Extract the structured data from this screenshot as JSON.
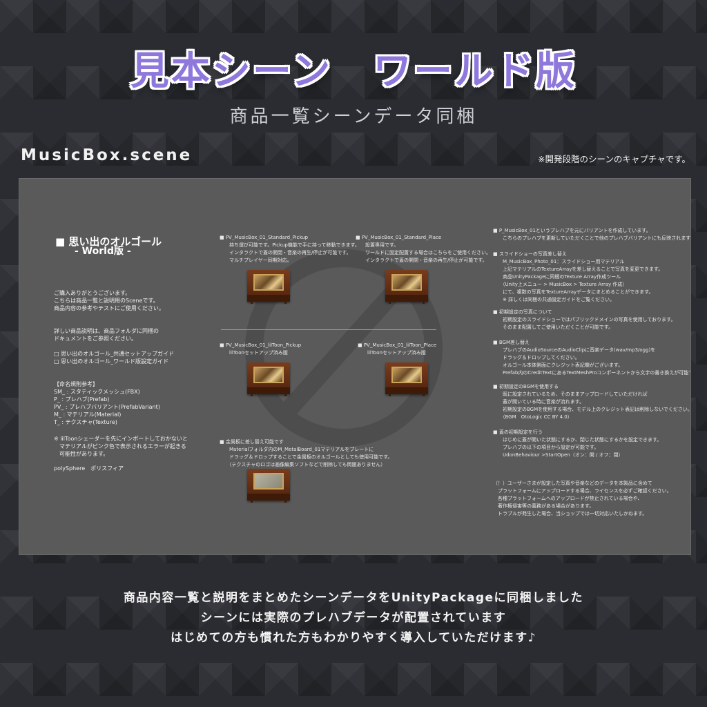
{
  "header": {
    "title": "見本シーン　ワールド版",
    "subtitle": "商品一覧シーンデータ同梱",
    "scene_name": "MusicBox.scene",
    "capture_note": "※開発段階のシーンのキャプチャです。"
  },
  "panel": {
    "left_col": {
      "product_title": "■ 思い出のオルゴール",
      "product_subtitle": "- World版 -",
      "thanks": "ご購入ありがとうございます。\nこちらは商品一覧と説明用のSceneです。\n商品内容の参考やテストにご使用ください。",
      "docs": "詳しい商品説明は、商品フォルダに同梱の\nドキュメントをご参照ください。",
      "guides": "□ 思い出のオルゴール_共通セットアップガイド\n□ 思い出のオルゴール_ワールド版設定ガイド",
      "naming": "【命名規則参考】\nSM_ : スタティックメッシュ(FBX)\nP_ : プレハブ(Prefab)\nPV_ : プレハブバリアント(PrefabVariant)\nM_ : マテリアル(Material)\nT_ : テクスチャ(Texture)",
      "liltoon_note": "※ lilToonシェーダーを先にインポートしておかないと\n　マテリアルがピンク色で表示されるエラーが起きる\n　可能性があります。",
      "credit": "polySphere　ポリスフィア"
    },
    "center": {
      "pickup": "■ PV_MusicBox_01_Standard_Pickup\n　　持ち運び可能です。Pickup機能で手に持って移動できます。\n　　インタラクトで蓋の開閉・音楽の再生/停止が可能です。\n　　マルチプレイヤー同期対応。",
      "place": "■ PV_MusicBox_01_Standard_Place\n　　設置専用です。\n　　ワールドに固定配置する場合はこちらをご使用ください。\n　　インタラクトで蓋の開閉・音楽の再生/停止が可能です。",
      "liltoon_pickup": "■ PV_MusicBox_01_lilToon_Pickup\n　　lilToonセットアップ済み版",
      "liltoon_place": "■ PV_MusicBox_01_lilToon_Place\n　　lilToonセットアップ済み版",
      "metal": "■ 金属板に差し替え可能です\n　　Materialフォルダ内のM_MetalBoard_01マテリアルをプレートに\n　　ドラッグ＆ドロップすることで金属板のオルゴールとしても使用可能です。\n　　（テクスチャのロゴは画像編集ソフトなどで削除しても問題ありません）"
    },
    "right_col": {
      "variant": "■ P_MusicBox_01というプレハブを元にバリアントを作成しています。\n　　こちらのプレハブを更新していただくことで他のプレハブバリアントにも反映されます。",
      "slideshow": "■ スライドショーの写真差し替え\n　　M_MusicBox_Photo_01：スライドショー用マテリアル\n　　上記マテリアルのTextureArrayを差し替えることで写真を変更できます。\n　　商品UnityPackageに同梱のTexture Array作成ツール\n　　（Unity上メニュー > MusicBox > Texture Array 作成）\n　　にて、複数の写真をTextureArrayデータにまとめることができます。\n　　※ 詳しくは同梱の共通設定ガイドをご覧ください。",
      "photos": "■ 初期設定の写真について\n　　初期設定のスライドショーではパブリックドメインの写真を使用しております。\n　　そのまま配置してご使用いただくことが可能です。",
      "bgm": "■ BGM差し替え\n　　プレハブのAudioSourceのAudioClipに音楽データ(wav/mp3/ogg)を\n　　ドラッグ＆ドロップしてください。\n　　オルゴール本体側面にクレジット表記欄がございます。\n　　Prefab内のCreditTextにあるTextMeshProコンポーネントから文字の書き換えが可能です。",
      "initial_bgm": "■ 初期設定のBGMを使用する\n　　既に設定されているため、そのままアップロードしていただければ\n　　蓋が開いている時に音楽が流れます。\n　　初期設定のBGMを使用する場合、モデル上のクレジット表記は削除しないでください。\n　　（BGM　OtoLogic CC BY 4.0）",
      "lid": "■ 蓋の初期設定を行う\n　　はじめに蓋が開いた状態にするか、閉じた状態にするかを設定できます。\n　　プレハブの以下の項目から設定が可能です。\n　　UdonBehaviour >StartOpen（オン：開 / オフ：閉）",
      "disclaimer": "（！）ユーザーさまが設定した写真や音楽などのデータを本製品に含めて\n　プラットフォームにアップロードする場合、ライセンスを必ずご確認ください。\n　各種プラットフォームへのアップロードが禁止されている場合や、\n　著作権侵害等の義務がある場合があります。\n　トラブルが発生した場合、当ショップでは一切対応いたしかねます。"
    }
  },
  "caption": {
    "line1": "商品内容一覧と説明をまとめたシーンデータをUnityPackageに同梱しました",
    "line2": "シーンには実際のプレハブデータが配置されています",
    "line3": "はじめての方も慣れた方もわかりやすく導入していただけます♪"
  },
  "colors": {
    "title": "#8e78dc",
    "panel": "#5a5a5a",
    "background": "#2a2c31",
    "wood": "#6a3014"
  }
}
